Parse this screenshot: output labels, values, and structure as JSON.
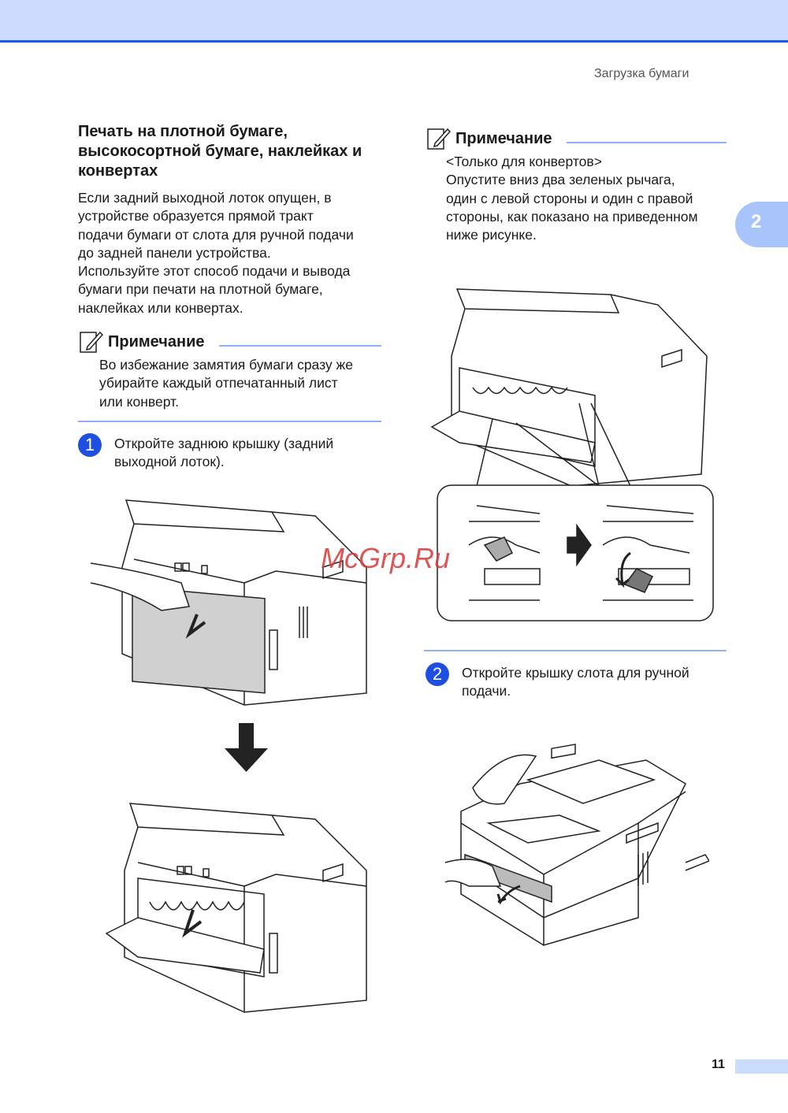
{
  "header": {
    "running_title": "Загрузка бумаги",
    "chapter_tab": "2"
  },
  "left": {
    "heading": [
      "Печать на плотной бумаге,",
      "высокосортной бумаге, наклейках и",
      "конвертах"
    ],
    "intro": [
      "Если задний выходной лоток опущен, в",
      "устройстве образуется прямой тракт",
      "подачи бумаги от слота для ручной подачи",
      "до задней панели устройства.",
      "Используйте этот способ подачи и вывода",
      "бумаги при печати на плотной бумаге,",
      "наклейках или конвертах."
    ],
    "note": {
      "title": "Примечание",
      "lines": [
        "Во избежание замятия бумаги сразу же",
        "убирайте каждый отпечатанный лист",
        "или конверт."
      ]
    },
    "step1": {
      "number": "1",
      "lines": [
        "Откройте заднюю крышку (задний",
        "выходной лоток)."
      ]
    }
  },
  "right": {
    "note": {
      "title": "Примечание",
      "lines": [
        "<Только для конвертов>",
        "Опустите вниз два зеленых рычага,",
        "один с левой стороны и один с правой",
        "стороны, как показано на приведенном",
        "ниже рисунке."
      ]
    },
    "step2": {
      "number": "2",
      "lines": [
        "Откройте крышку слота для ручной",
        "подачи."
      ]
    }
  },
  "watermark": "McGrp.Ru",
  "footer": {
    "page_number": "11"
  },
  "colors": {
    "accent": "#1f4fe0",
    "band": "#ccdcfd",
    "rule": "#8fb0f3"
  }
}
